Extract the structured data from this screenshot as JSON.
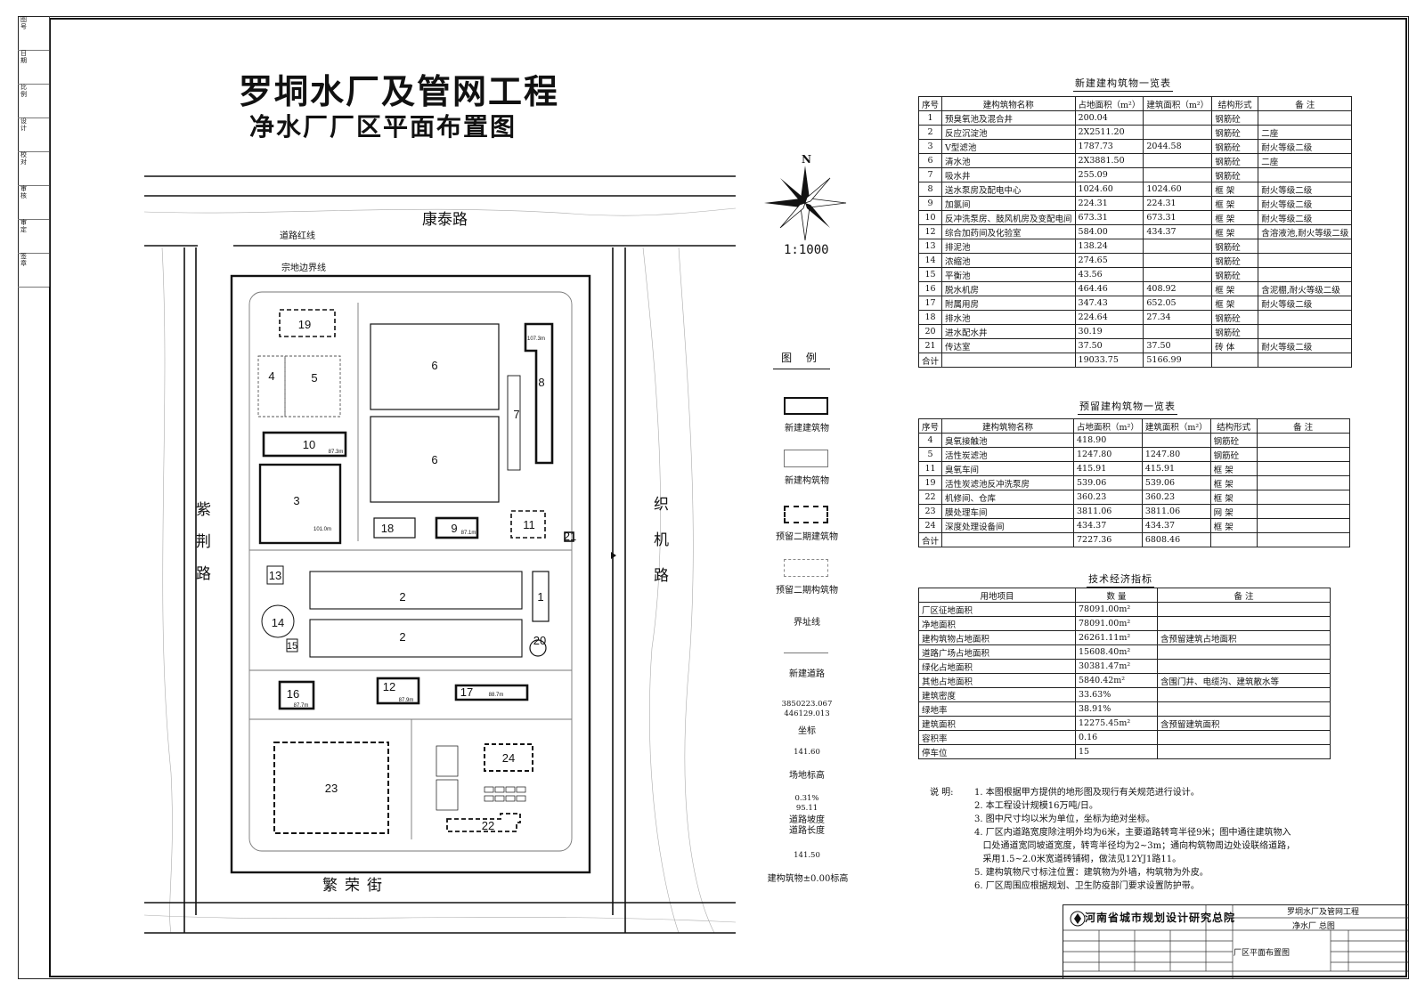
{
  "title": {
    "main": "罗垌水厂及管网工程",
    "sub": "净水厂厂区平面布置图"
  },
  "binding_strip": [
    "图号",
    "日期",
    "比例",
    "设计",
    "校对",
    "审核",
    "审定",
    "签章"
  ],
  "compass": {
    "north": "N",
    "scale": "1:1000"
  },
  "plan": {
    "roads": {
      "north": "康泰路",
      "west": "紫荆路",
      "east": "织机路",
      "south": "繁荣街"
    },
    "line_labels": {
      "road_redline": "道路红线",
      "site_boundary": "宗地边界线"
    },
    "buildings": [
      {
        "id": "19",
        "dim": ""
      },
      {
        "id": "4",
        "dim": ""
      },
      {
        "id": "5",
        "dim": ""
      },
      {
        "id": "10",
        "dim": "87.3m"
      },
      {
        "id": "3",
        "dim": "101.0m"
      },
      {
        "id": "6",
        "dim": ""
      },
      {
        "id": "6",
        "dim": ""
      },
      {
        "id": "7",
        "dim": ""
      },
      {
        "id": "8",
        "dim": "107.3m"
      },
      {
        "id": "18",
        "dim": ""
      },
      {
        "id": "9",
        "dim": "87.1m"
      },
      {
        "id": "11",
        "dim": ""
      },
      {
        "id": "21",
        "dim": ""
      },
      {
        "id": "13",
        "dim": ""
      },
      {
        "id": "14",
        "dim": ""
      },
      {
        "id": "15",
        "dim": ""
      },
      {
        "id": "2",
        "dim": ""
      },
      {
        "id": "2",
        "dim": ""
      },
      {
        "id": "1",
        "dim": ""
      },
      {
        "id": "20",
        "dim": ""
      },
      {
        "id": "16",
        "dim": "87.7m"
      },
      {
        "id": "12",
        "dim": "87.9m"
      },
      {
        "id": "17",
        "dim": "88.7m"
      },
      {
        "id": "23",
        "dim": ""
      },
      {
        "id": "24",
        "dim": ""
      },
      {
        "id": "22",
        "dim": ""
      }
    ]
  },
  "legend": {
    "title": "图 例",
    "items": [
      "新建建筑物",
      "新建构筑物",
      "预留二期建筑物",
      "预留二期构筑物",
      "界址线",
      "新建道路",
      "3850223.067\n446129.013",
      "坐标",
      "141.60",
      "场地标高",
      "0.31%\n95.11",
      "道路坡度\n道路长度",
      "141.50",
      "建构筑物±0.00标高"
    ]
  },
  "table_new": {
    "title": "新建建构筑物一览表",
    "headers": [
      "序号",
      "建构筑物名称",
      "占地面积（m²）",
      "建筑面积（m²）",
      "结构形式",
      "备 注"
    ],
    "rows": [
      [
        "1",
        "预臭氧池及混合井",
        "200.04",
        "",
        "钢筋砼",
        ""
      ],
      [
        "2",
        "反应沉淀池",
        "2X2511.20",
        "",
        "钢筋砼",
        "二座"
      ],
      [
        "3",
        "V型滤池",
        "1787.73",
        "2044.58",
        "钢筋砼",
        "耐火等级二级"
      ],
      [
        "6",
        "清水池",
        "2X3881.50",
        "",
        "钢筋砼",
        "二座"
      ],
      [
        "7",
        "吸水井",
        "255.09",
        "",
        "钢筋砼",
        ""
      ],
      [
        "8",
        "送水泵房及配电中心",
        "1024.60",
        "1024.60",
        "框 架",
        "耐火等级二级"
      ],
      [
        "9",
        "加氯间",
        "224.31",
        "224.31",
        "框 架",
        "耐火等级二级"
      ],
      [
        "10",
        "反冲洗泵房、鼓风机房及变配电间",
        "673.31",
        "673.31",
        "框 架",
        "耐火等级二级"
      ],
      [
        "12",
        "综合加药间及化验室",
        "584.00",
        "434.37",
        "框 架",
        "含溶液池,耐火等级二级"
      ],
      [
        "13",
        "排泥池",
        "138.24",
        "",
        "钢筋砼",
        ""
      ],
      [
        "14",
        "浓缩池",
        "274.65",
        "",
        "钢筋砼",
        ""
      ],
      [
        "15",
        "平衡池",
        "43.56",
        "",
        "钢筋砼",
        ""
      ],
      [
        "16",
        "脱水机房",
        "464.46",
        "408.92",
        "框 架",
        "含泥棚,耐火等级二级"
      ],
      [
        "17",
        "附属用房",
        "347.43",
        "652.05",
        "框 架",
        "耐火等级二级"
      ],
      [
        "18",
        "排水池",
        "224.64",
        "27.34",
        "钢筋砼",
        ""
      ],
      [
        "20",
        "进水配水井",
        "30.19",
        "",
        "钢筋砼",
        ""
      ],
      [
        "21",
        "传达室",
        "37.50",
        "37.50",
        "砖 体",
        "耐火等级二级"
      ],
      [
        "合计",
        "",
        "19033.75",
        "5166.99",
        "",
        ""
      ]
    ]
  },
  "table_reserved": {
    "title": "预留建构筑物一览表",
    "headers": [
      "序号",
      "建构筑物名称",
      "占地面积（m²）",
      "建筑面积（m²）",
      "结构形式",
      "备 注"
    ],
    "rows": [
      [
        "4",
        "臭氧接触池",
        "418.90",
        "",
        "钢筋砼",
        ""
      ],
      [
        "5",
        "活性炭滤池",
        "1247.80",
        "1247.80",
        "钢筋砼",
        ""
      ],
      [
        "11",
        "臭氧车间",
        "415.91",
        "415.91",
        "框 架",
        ""
      ],
      [
        "19",
        "活性炭滤池反冲洗泵房",
        "539.06",
        "539.06",
        "框 架",
        ""
      ],
      [
        "22",
        "机修间、仓库",
        "360.23",
        "360.23",
        "框 架",
        ""
      ],
      [
        "23",
        "膜处理车间",
        "3811.06",
        "3811.06",
        "网 架",
        ""
      ],
      [
        "24",
        "深度处理设备间",
        "434.37",
        "434.37",
        "框 架",
        ""
      ],
      [
        "合计",
        "",
        "7227.36",
        "6808.46",
        "",
        ""
      ]
    ]
  },
  "table_econ": {
    "title": "技术经济指标",
    "headers": [
      "用地项目",
      "数 量",
      "备 注"
    ],
    "rows": [
      [
        "厂区征地面积",
        "78091.00m²",
        ""
      ],
      [
        "净地面积",
        "78091.00m²",
        ""
      ],
      [
        "建构筑物占地面积",
        "26261.11m²",
        "含预留建筑占地面积"
      ],
      [
        "道路广场占地面积",
        "15608.40m²",
        ""
      ],
      [
        "绿化占地面积",
        "30381.47m²",
        ""
      ],
      [
        "其他占地面积",
        "5840.42m²",
        "含围门井、电缆沟、建筑散水等"
      ],
      [
        "建筑密度",
        "33.63%",
        ""
      ],
      [
        "绿地率",
        "38.91%",
        ""
      ],
      [
        "建筑面积",
        "12275.45m²",
        "含预留建筑面积"
      ],
      [
        "容积率",
        "0.16",
        ""
      ],
      [
        "停车位",
        "15",
        ""
      ]
    ]
  },
  "notes": {
    "label": "说  明:",
    "items": [
      "1. 本图根据甲方提供的地形图及现行有关规范进行设计。",
      "2. 本工程设计规模16万吨/日。",
      "3. 图中尺寸均以米为单位，坐标为绝对坐标。",
      "4. 厂区内道路宽度除注明外均为6米，主要道路转弯半径9米；图中通往建筑物入",
      "   口处通道宽同坡道宽度，转弯半径均为2~3m；通向构筑物周边处设联络道路，",
      "   采用1.5~2.0米宽道砖铺砌，做法见12YJ1路11。",
      "5. 建构筑物尺寸标注位置：建筑物为外墙，构筑物为外皮。",
      "6. 厂区周围应根据规划、卫生防疫部门要求设置防护带。"
    ]
  },
  "title_block": {
    "company": "河南省城市规划设计研究总院",
    "project": "罗垌水厂及管网工程",
    "sub_project": "净水厂  总图",
    "drawing": "厂区平面布置图"
  },
  "colors": {
    "ink": "#111111",
    "grid": "#999999",
    "dashed": "#555555"
  }
}
